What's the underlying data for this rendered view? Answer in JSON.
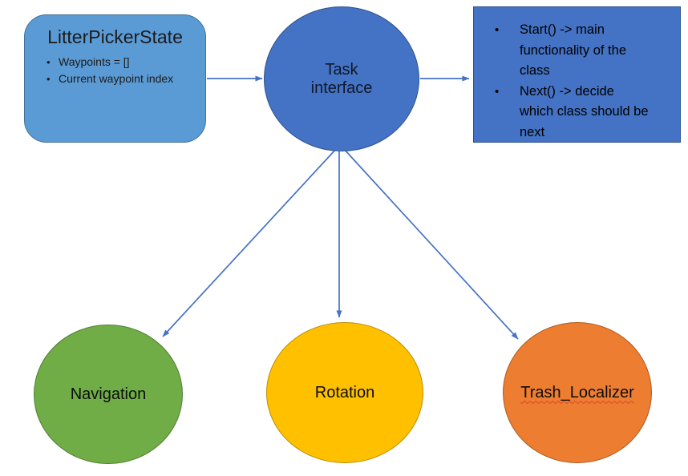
{
  "canvas": {
    "background": "#ffffff"
  },
  "palette": {
    "light_blue_fill": "#5b9bd5",
    "light_blue_border": "#41719c",
    "blue_fill": "#4472c4",
    "blue_border": "#2f528f",
    "green_fill": "#70ad47",
    "green_border": "#507e32",
    "yellow_fill": "#ffc000",
    "yellow_border": "#bc8c00",
    "orange_fill": "#ed7d31",
    "orange_border": "#ae5a21",
    "arrow_color": "#4472c4",
    "spellcheck_underline_color": "#e0412f"
  },
  "glyphs": {
    "bullet": "•"
  },
  "nodes": {
    "litter_picker_state": {
      "title": "LitterPickerState",
      "bullets": [
        "Waypoints = []",
        "Current waypoint index"
      ]
    },
    "task_interface": {
      "label": "Task\ninterface"
    },
    "task_methods": {
      "bullets": [
        "Start() -> main\nfunctionality of the\nclass",
        "Next() -> decide\nwhich class should be\nnext"
      ]
    },
    "navigation": {
      "label": "Navigation"
    },
    "rotation": {
      "label": "Rotation"
    },
    "trash_localizer": {
      "label": "Trash_Localizer"
    }
  },
  "edges": [
    {
      "from": "LitterPickerState",
      "to": "Task interface"
    },
    {
      "from": "Task interface",
      "to": "Task methods note"
    },
    {
      "from": "Task interface",
      "to": "Navigation"
    },
    {
      "from": "Task interface",
      "to": "Rotation"
    },
    {
      "from": "Task interface",
      "to": "Trash_Localizer"
    }
  ]
}
